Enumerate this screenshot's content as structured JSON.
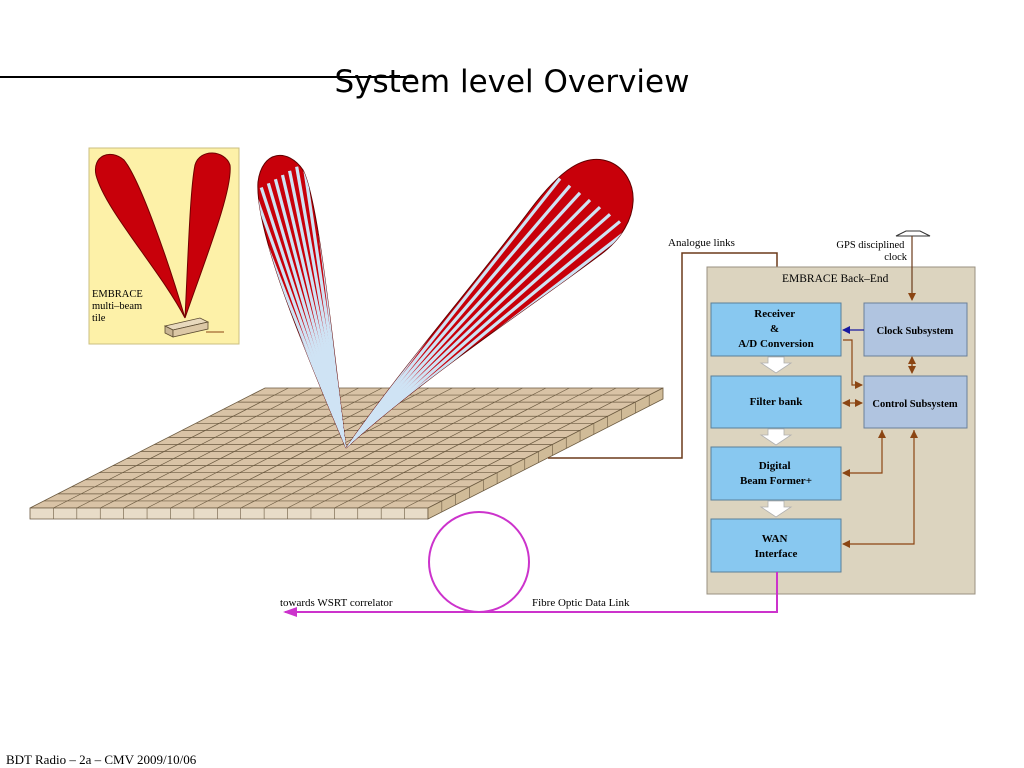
{
  "slide": {
    "title": "System level Overview",
    "footer": "BDT Radio – 2a – CMV 2009/10/06"
  },
  "inset": {
    "label_lines": [
      "EMBRACE",
      "multi–beam",
      "tile"
    ]
  },
  "labels": {
    "analogue_links": "Analogue links",
    "gps_clock_lines": [
      "GPS disciplined",
      "clock"
    ],
    "backend_title": "EMBRACE Back–End",
    "towards": "towards WSRT correlator",
    "fibre": "Fibre Optic Data Link"
  },
  "blocks": {
    "receiver": [
      "Receiver",
      "&",
      "A/D Conversion"
    ],
    "filter_bank": [
      "Filter bank"
    ],
    "beam_former": [
      "Digital",
      "Beam Former+"
    ],
    "wan": [
      "WAN",
      "Interface"
    ],
    "clock": [
      "Clock Subsystem"
    ],
    "control": [
      "Control Subsystem"
    ]
  },
  "colors": {
    "beam_red": "#c8000a",
    "beam_stripe": "#cfe3f4",
    "tile_fill": "#d9c3a6",
    "backend_fill": "#dcd4bf",
    "block_blue": "#88c8f0",
    "block_grey": "#b0c4e0",
    "arrow_brown": "#8b4513",
    "fibre_magenta": "#cc33cc",
    "inset_bg": "#fdf1a8"
  }
}
